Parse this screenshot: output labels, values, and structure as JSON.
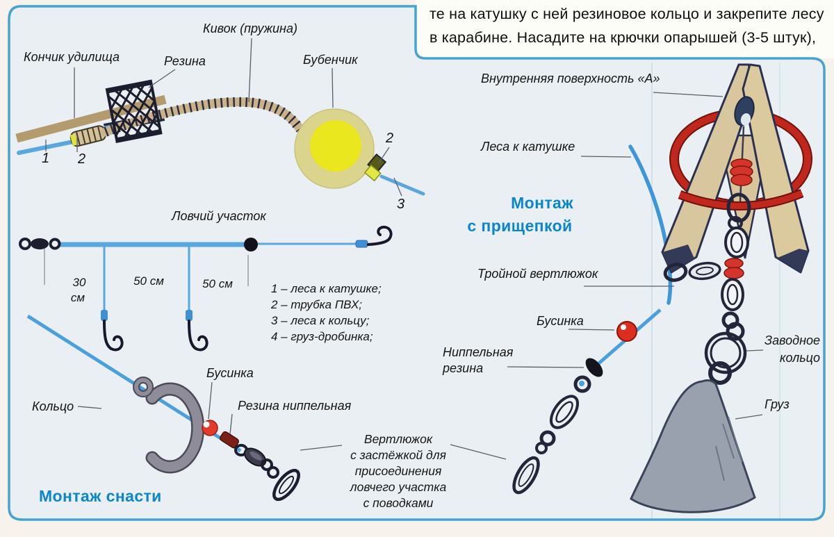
{
  "intro_text": {
    "line1": "те на катушку с ней резиновое кольцо и закрепите лесу",
    "line2": "в карабине. Насадите на крючки опарышей (3-5 штук),"
  },
  "rod_assembly": {
    "rod_tip_label": "Кончик удилища",
    "rubber_label": "Резина",
    "spring_label": "Кивок (пружина)",
    "bell_label": "Бубенчик",
    "marker_1": "1",
    "marker_2": "2",
    "marker_2_bell": "2",
    "marker_3": "3"
  },
  "catch_section": {
    "title": "Ловчий участок",
    "dim_30": "30",
    "dim_30_unit": "см",
    "dim_50_a": "50 см",
    "dim_50_b": "50 см",
    "legend": [
      "1 – леса к катушке;",
      "2 – трубка ПВХ;",
      "3 – леса к кольцу;",
      "4 – груз-дробинка;"
    ]
  },
  "rig_assembly": {
    "ring_label": "Кольцо",
    "bead_label": "Бусинка",
    "nipple_label": "Резина ниппельная",
    "title": "Монтаж снасти",
    "note_lines": [
      "Вертлюжок",
      "с застёжкой для",
      "присоединения",
      "ловчего участка",
      "с поводками"
    ]
  },
  "clothespin_rig": {
    "inner_surface_label": "Внутренняя поверхность «А»",
    "line_to_reel_label": "Леса к катушке",
    "title_line1": "Монтаж",
    "title_line2": "с прищепкой",
    "triple_swivel_label": "Тройной вертлюжок",
    "bead_label": "Бусинка",
    "nipple_line1": "Ниппельная",
    "nipple_line2": "резина",
    "split_ring_line1": "Заводное",
    "split_ring_line2": "кольцо",
    "weight_label": "Груз"
  },
  "colors": {
    "panel_background": "#e9eff2",
    "panel_border": "#46a3d1",
    "title_blue": "#0c86cb",
    "line_blue": "#4aa0dc",
    "bead_red": "#d4352b",
    "ring_red": "#c0281d",
    "wood_tan": "#d8c69f",
    "bell_yellow": "#eae71e",
    "metal_gray": "#8e8c99",
    "weight_gray": "#99a0ae"
  }
}
